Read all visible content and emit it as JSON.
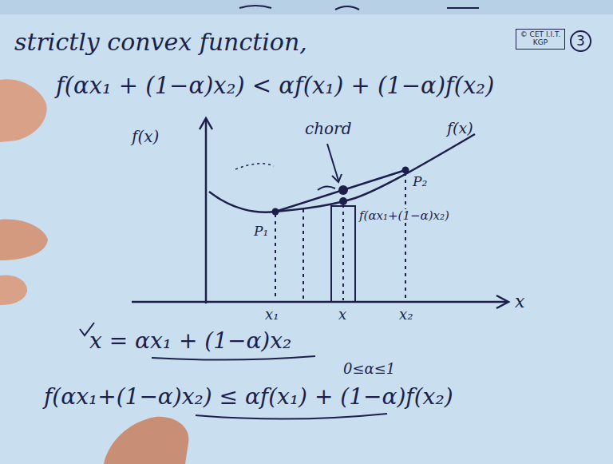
{
  "diagram": {
    "nodes": [
      {
        "text": [
          "© CET I.I.T. KGP"
        ]
      },
      {
        "text": [
          "3"
        ]
      }
    ],
    "labels": [
      "strictly convex function,",
      "f(αx₁ + (1−α)x₂) < αf(x₁) + (1−α)f(x₂)",
      "f(x)",
      "chord",
      "f(x)",
      "P₁",
      "P₂",
      "f(αx₁+(1−α)x₂)",
      "x₁",
      "x",
      "x₂",
      "x",
      "x = αx₁ + (1−α)x₂",
      "0≤α≤1",
      "f(αx₁+(1−α)x₂) ≤ αf(x₁) + (1−α)f(x₂)"
    ]
  }
}
